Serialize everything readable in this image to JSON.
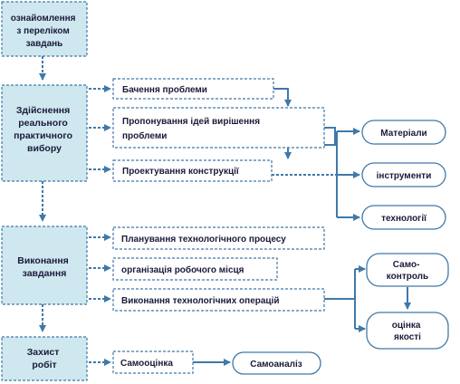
{
  "stages": {
    "familiarization": [
      "ознайомлення",
      "з переліком",
      "завдань"
    ],
    "choice": [
      "Здійснення",
      "реального",
      "практичного",
      "вибору"
    ],
    "execution": [
      "Виконання",
      "завдання"
    ],
    "defense": [
      "Захист",
      "робіт"
    ]
  },
  "tasks": {
    "problem_vision": [
      "Бачення  проблеми"
    ],
    "ideas": [
      "Пропонування  ідей  вирішення",
      "проблеми"
    ],
    "design": [
      "Проектування  конструкції"
    ],
    "planning": [
      "Планування технологічного процесу"
    ],
    "workplace": [
      "організація  робочого місця"
    ],
    "operations": [
      "Виконання  технологічних  операцій"
    ],
    "self_assessment": [
      "Самооцінка"
    ]
  },
  "pills": {
    "materials": [
      "Матеріали"
    ],
    "tools": [
      "інструменти"
    ],
    "technologies": [
      "технології"
    ],
    "self_control": [
      "Само-",
      "контроль"
    ],
    "quality": [
      "оцінка",
      "якості"
    ],
    "self_analysis": [
      "Самоаналіз"
    ]
  },
  "colors": {
    "stage_fill": "#cfe8f0",
    "accent": "#3f79a9",
    "text": "#1a1a3a"
  }
}
